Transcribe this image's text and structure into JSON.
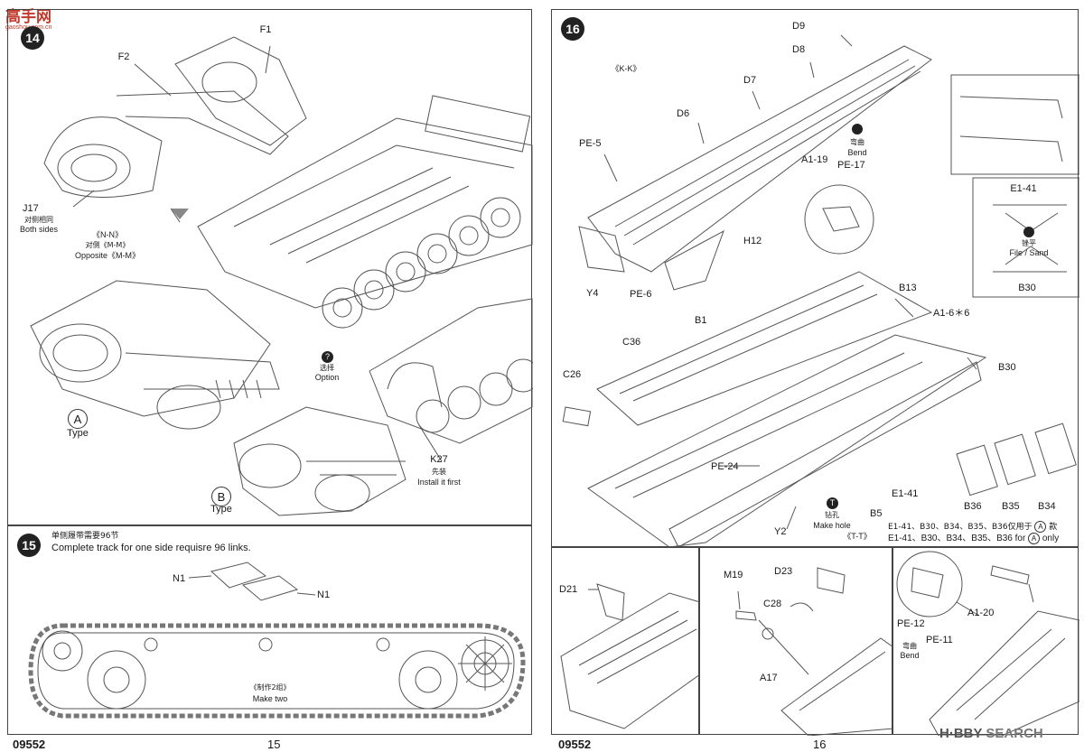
{
  "brand": {
    "top_logo": "高手网",
    "top_logo_sub": "gaoshou.com.cn",
    "watermark_left": "H·BBY",
    "watermark_right": "SEARCH"
  },
  "left_page": {
    "number_code": "09552",
    "page_number": "15",
    "step14": {
      "number": "14",
      "parts": [
        "F1",
        "F2",
        "J17",
        "K27"
      ],
      "j17_cn": "对侧相同",
      "j17_en": "Both sides",
      "nn_label": "《N-N》",
      "nn_cn": "对侧《M-M》",
      "nn_en": "Opposite《M-M》",
      "option_cn": "选择",
      "option_en": "Option",
      "install_cn": "先装",
      "install_en": "Install it first",
      "type_a_letter": "A",
      "type_b_letter": "B",
      "type_label": "Type"
    },
    "step15": {
      "number": "15",
      "cn_text": "单侧履带需要96节",
      "en_text": "Complete track for one side requisre 96 links.",
      "parts": [
        "N1",
        "N1"
      ],
      "make_two_cn": "《制作2组》",
      "make_two_en": "Make two"
    }
  },
  "right_page": {
    "number_code": "09552",
    "page_number": "16",
    "step16": {
      "number": "16",
      "kk": "《K-K》",
      "tt": "《T-T》",
      "bend_cn": "弯曲",
      "bend_en": "Bend",
      "make_hole_cn": "钻孔",
      "make_hole_en": "Make hole",
      "file_cn": "锉平",
      "file_en": "File / Sand",
      "parts_top": [
        "D9",
        "D8",
        "D7",
        "D6",
        "PE-5",
        "A1-19",
        "PE-17",
        "H12",
        "Y4",
        "PE-6",
        "B1",
        "B13",
        "A1-6＊6",
        "C36",
        "C26",
        "B30",
        "PE-24",
        "Y2",
        "B5",
        "E1-41",
        "B36",
        "B35",
        "B34"
      ],
      "inset_top": "E1-41",
      "inset_bottom": "B30",
      "note_cn_pre": "E1-41、B30、B34、B35、B36仅用于",
      "note_cn_post": "款",
      "note_en_pre": "E1-41、B30、B34、B35、B36 for",
      "note_en_post": "only",
      "note_letter": "A"
    },
    "bottom_panels": {
      "p1_part": "D21",
      "p2_parts": [
        "M19",
        "D23",
        "C28",
        "A17"
      ],
      "p3_parts": [
        "A1-20",
        "PE-12",
        "PE-11"
      ],
      "p3_bend_cn": "弯曲",
      "p3_bend_en": "Bend"
    }
  }
}
